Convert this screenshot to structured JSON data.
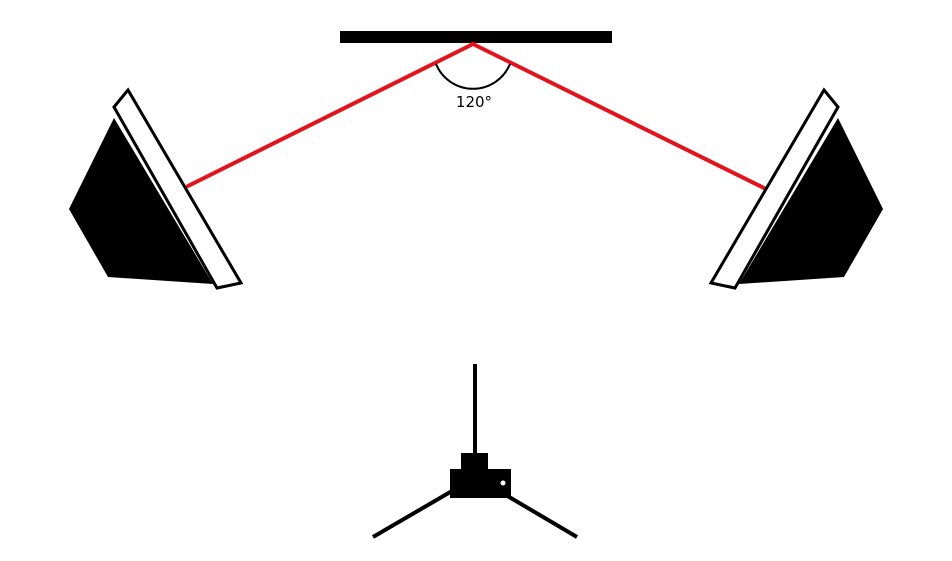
{
  "diagram": {
    "angle_label": "120°"
  },
  "colors": {
    "background": "#ffffff",
    "ink": "#000000",
    "light_ray": "#e3131b",
    "softbox_face": "#ffffff"
  },
  "icons": {
    "top_surface": "backdrop-bar",
    "left_light": "softbox-light",
    "right_light": "softbox-light",
    "camera": "camera-on-tripod"
  }
}
